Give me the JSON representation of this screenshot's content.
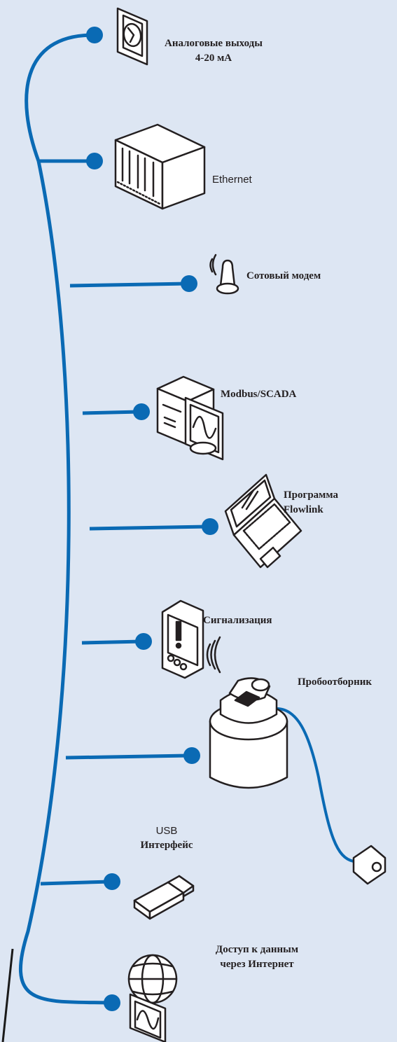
{
  "nodes": [
    {
      "id": "analog",
      "label_lines": [
        "Аналоговые выходы",
        "4-20 мА"
      ],
      "icon": "analog-output-icon"
    },
    {
      "id": "ethernet",
      "label_lines": [
        "Ethernet"
      ],
      "icon": "ethernet-rack-icon"
    },
    {
      "id": "cellular",
      "label_lines": [
        "Сотовый модем"
      ],
      "icon": "antenna-icon"
    },
    {
      "id": "modbus",
      "label_lines": [
        "Modbus/SCADA"
      ],
      "icon": "computer-icon"
    },
    {
      "id": "flowlink",
      "label_lines": [
        "Программа",
        "Flowlink"
      ],
      "icon": "laptop-icon"
    },
    {
      "id": "alarm",
      "label_lines": [
        "Сигнализация"
      ],
      "icon": "pager-icon"
    },
    {
      "id": "sampler",
      "label_lines": [
        "Пробоотборник"
      ],
      "icon": "sampler-icon"
    },
    {
      "id": "usb",
      "label_lines": [
        "USB",
        "Интерфейс"
      ],
      "icon": "usb-stick-icon"
    },
    {
      "id": "web",
      "label_lines": [
        "Доступ к данным",
        "через Интернет"
      ],
      "icon": "globe-chart-icon"
    }
  ],
  "colors": {
    "background": "#dde6f3",
    "line": "#0a6ab4",
    "ink": "#231f20",
    "icon_fill": "#ffffff"
  }
}
